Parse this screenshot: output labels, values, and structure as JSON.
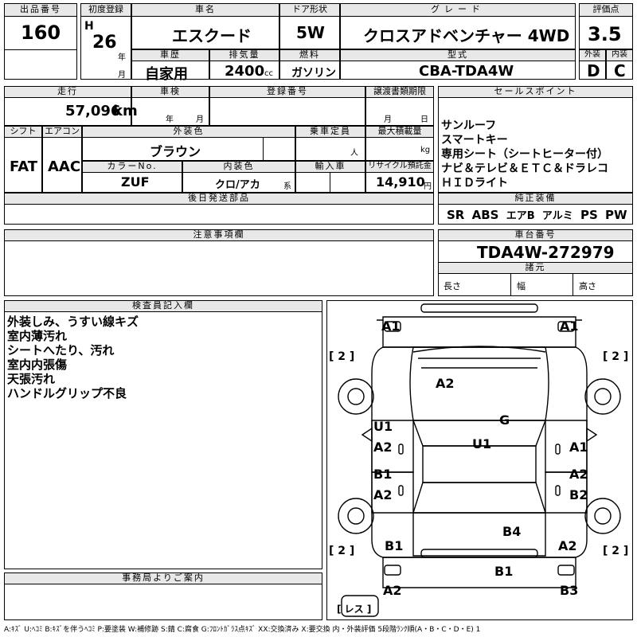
{
  "header": {
    "lot_number_label": "出品番号",
    "lot_number": "160",
    "first_reg_label": "初度登録",
    "era": "H",
    "year": "26",
    "year_unit": "年",
    "month_unit": "月",
    "car_name_label": "車名",
    "car_name": "エスクード",
    "door_label": "ドア形状",
    "door": "5W",
    "grade_label": "グレード",
    "grade": "クロスアドベンチャー 4WD",
    "score_label": "評価点",
    "score": "3.5",
    "history_label": "車歴",
    "history": "自家用",
    "displacement_label": "排気量",
    "displacement": "2400",
    "displacement_unit": "cc",
    "fuel_label": "燃料",
    "fuel": "ガソリン",
    "model_label": "型式",
    "model": "CBA-TDA4W",
    "exterior_label": "外装",
    "exterior_grade": "D",
    "interior_label": "内装",
    "interior_grade": "C"
  },
  "row2": {
    "mileage_label": "走行",
    "mileage": "57,096",
    "mileage_unit": "km",
    "inspection_label": "車検",
    "insp_year_unit": "年",
    "insp_month_unit": "月",
    "reg_number_label": "登録番号",
    "transfer_label": "譲渡書類期限",
    "transfer_month_unit": "月",
    "transfer_day_unit": "日",
    "shift_label": "シフト",
    "shift": "FAT",
    "ac_label": "エアコン",
    "ac": "AAC",
    "ext_color_label": "外装色",
    "ext_color": "ブラウン",
    "capacity_label": "乗車定員",
    "capacity_unit": "人",
    "load_label": "最大積載量",
    "load_unit": "kg",
    "color_no_label": "カラーNo.",
    "color_no": "ZUF",
    "int_color_label": "内装色",
    "int_color": "クロ/アカ",
    "int_color_suffix": "系",
    "import_label": "輸入車",
    "recycle_label": "リサイクル預託金",
    "recycle": "14,910",
    "recycle_unit": "円",
    "later_parts_label": "後日発送部品"
  },
  "sales_points": {
    "label": "セールスポイント",
    "items": [
      "サンルーフ",
      "スマートキー",
      "専用シート（シートヒーター付）",
      "ナビ＆テレビ＆ＥＴＣ＆ドラレコ",
      "ＨＩＤライト"
    ]
  },
  "equipment": {
    "label": "純正装備",
    "items": [
      "SR",
      "ABS",
      "エアB",
      "アルミ",
      "PS",
      "PW"
    ]
  },
  "caution": {
    "label": "注意事項欄"
  },
  "chassis": {
    "label": "車台番号",
    "number": "TDA4W-272979",
    "spec_label": "諸元",
    "length_label": "長さ",
    "width_label": "幅",
    "height_label": "高さ"
  },
  "inspector": {
    "label": "検査員記入欄",
    "notes": [
      "外装しみ、うすい線キズ",
      "室内薄汚れ",
      "シートへたり、汚れ",
      "室内内張傷",
      "天張汚れ",
      "ハンドルグリップ不良"
    ]
  },
  "office": {
    "label": "事務局よりご案内"
  },
  "diagram": {
    "marks": {
      "front_left": "A1",
      "front_right": "A1",
      "hood": "A2",
      "roof": "U1",
      "windshield": "G",
      "left_front_door_1": "U1",
      "left_front_door_2": "A2",
      "left_rear_door_1": "B1",
      "left_rear_door_2": "A2",
      "right_front_door": "A1",
      "right_rear_door_1": "A2",
      "right_rear_door_2": "B2",
      "rear_glass": "B4",
      "left_quarter": "B1",
      "right_quarter": "A2",
      "rear_gate": "B1",
      "rear_bumper_left": "A2",
      "rear_bumper_right": "B3",
      "wheel_fl": "[ 2 ]",
      "wheel_fr": "[ 2 ]",
      "wheel_rl": "[ 2 ]",
      "wheel_rr": "[ 2 ]",
      "spare": "[ レス ]"
    }
  },
  "legend": "A:ｷｽﾞ U:ﾍｺﾐ B:ｷｽﾞを伴うﾍｺﾐ P:要塗装 W:補修跡 S:錆 C:腐食 G:ﾌﾛﾝﾄｶﾞﾗｽ点ｷｽﾞ XX:交換済み X:要交換 内・外装評価 5段階ﾗﾝｸ順(A・B・C・D・E) 1"
}
